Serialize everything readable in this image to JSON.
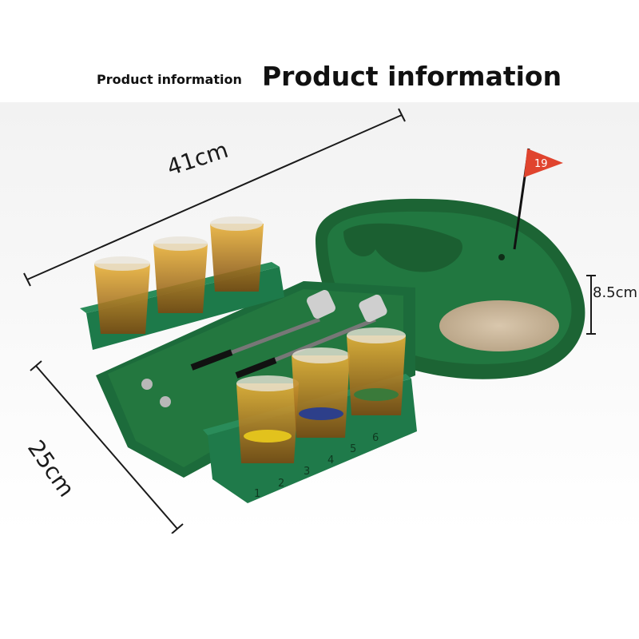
{
  "header": {
    "small_title": "Product information",
    "large_title": "Product information"
  },
  "dimensions": {
    "length": "41cm",
    "width": "25cm",
    "height": "8.5cm"
  },
  "flag": {
    "number": "19",
    "color": "#e0442e"
  },
  "cup_rack_numbers": [
    "1",
    "2",
    "3",
    "4",
    "5",
    "6"
  ],
  "colors": {
    "felt_green": "#1e6b3a",
    "base_green": "#1f7a4a",
    "sand": "#cbb79c",
    "liquor": "#c98a1e"
  }
}
